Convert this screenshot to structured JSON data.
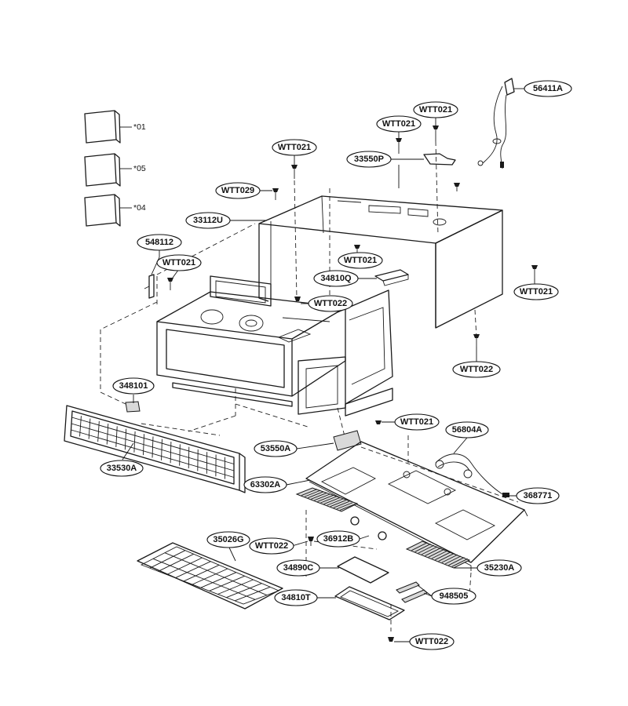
{
  "labels": {
    "l56411A": "56411A",
    "lWTT021_a": "WTT021",
    "lWTT021_b": "WTT021",
    "lWTT021_c": "WTT021",
    "l33550P": "33550P",
    "lWTT029": "WTT029",
    "l33112U": "33112U",
    "l548112": "548112",
    "lWTT021_d": "WTT021",
    "lWTT021_e": "WTT021",
    "l34810Q": "34810Q",
    "lWTT022_a": "WTT022",
    "lWTT021_f": "WTT021",
    "lWTT022_b": "WTT022",
    "l348101": "348101",
    "l33530A": "33530A",
    "lWTT021_g": "WTT021",
    "l56804A": "56804A",
    "l53550A": "53550A",
    "l63302A": "63302A",
    "l368771": "368771",
    "l35026G": "35026G",
    "lWTT022_c": "WTT022",
    "l36912B": "36912B",
    "l34890C": "34890C",
    "l35230A": "35230A",
    "l34810T": "34810T",
    "l948505": "948505",
    "lWTT022_d": "WTT022"
  },
  "accessories": [
    {
      "code": "*01"
    },
    {
      "code": "*05"
    },
    {
      "code": "*04"
    }
  ]
}
